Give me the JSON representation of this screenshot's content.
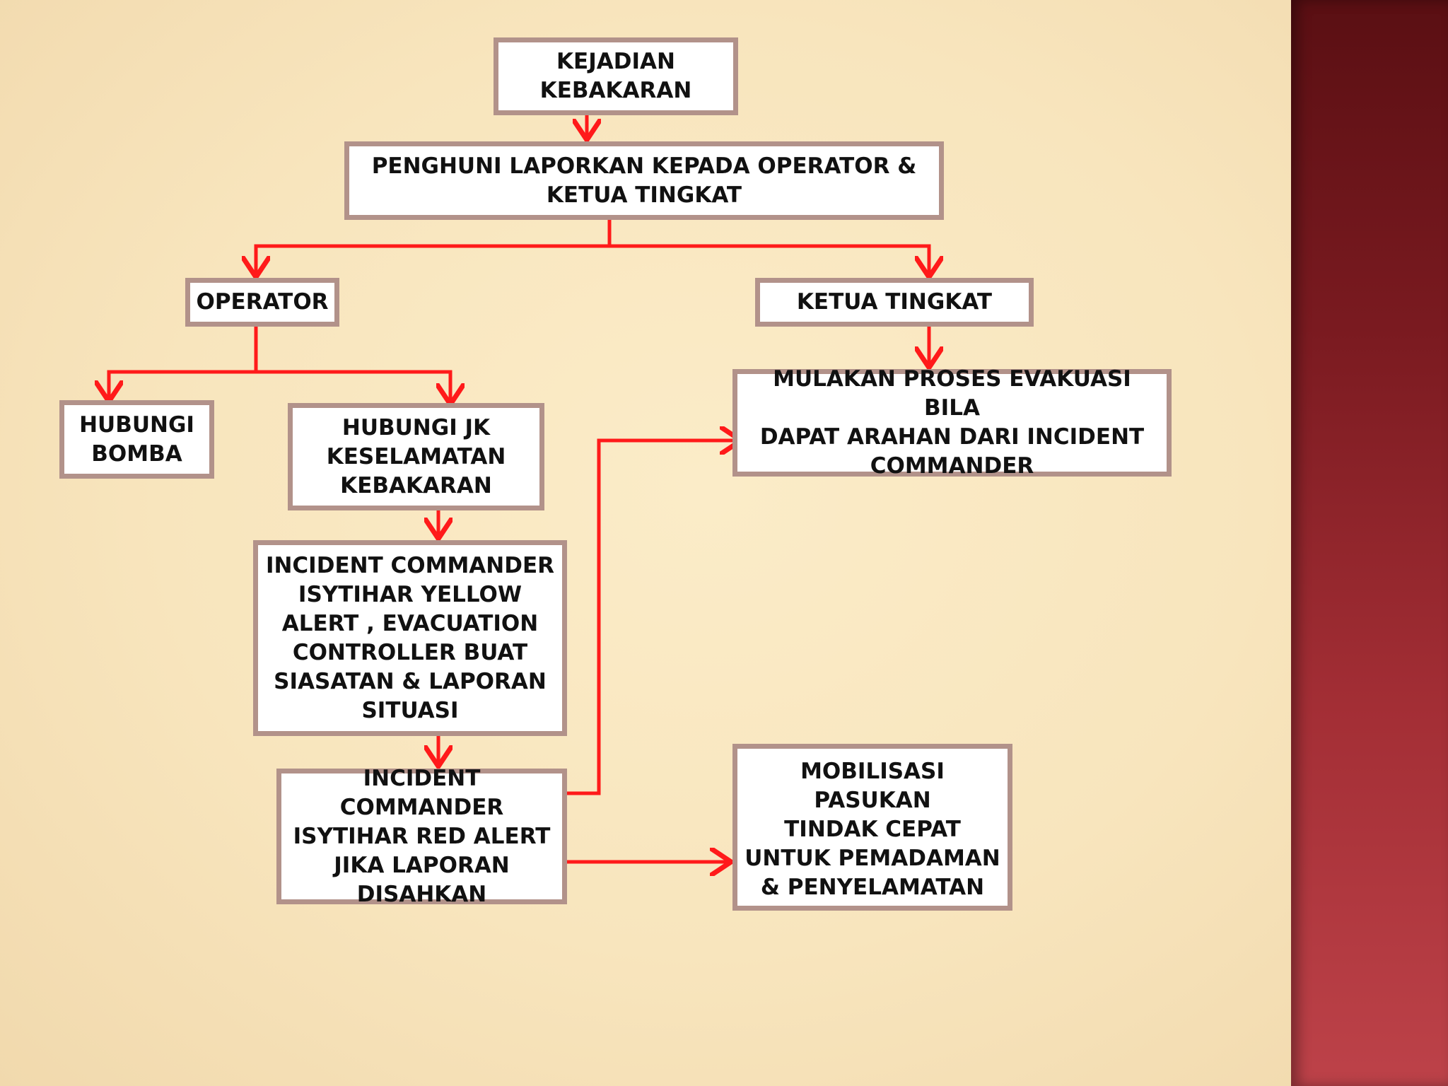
{
  "diagram": {
    "nodes": {
      "kejadian": "KEJADIAN\nKEBAKARAN",
      "penghuni": "PENGHUNI LAPORKAN KEPADA OPERATOR &\nKETUA TINGKAT",
      "operator": "OPERATOR",
      "ketua": "KETUA TINGKAT",
      "bomba": "HUBUNGI\nBOMBA",
      "jk": "HUBUNGI JK\nKESELAMATAN\nKEBAKARAN",
      "yellow": "INCIDENT COMMANDER\nISYTIHAR YELLOW\nALERT , EVACUATION\nCONTROLLER  BUAT\nSIASATAN & LAPORAN\nSITUASI",
      "red": "INCIDENT COMMANDER\nISYTIHAR RED ALERT\nJIKA LAPORAN\nDISAHKAN",
      "evakuasi": "MULAKAN PROSES EVAKUASI  BILA\nDAPAT ARAHAN DARI INCIDENT\nCOMMANDER",
      "mobilisasi": "MOBILISASI  PASUKAN\nTINDAK CEPAT\nUNTUK PEMADAMAN\n& PENYELAMATAN"
    },
    "colors": {
      "arrow": "#ff1a1a",
      "box_border": "#b2928a",
      "background": "#f8e5bd",
      "side_band": "#8f2329"
    }
  }
}
